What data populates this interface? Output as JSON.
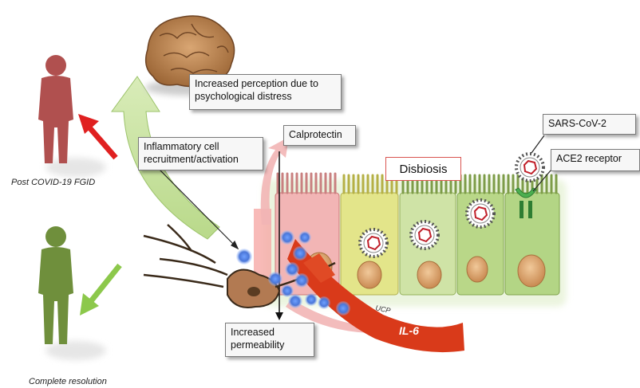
{
  "labels": {
    "perception": "Increased perception due to psychological distress",
    "inflammatory": "Inflammatory cell recruitment/activation",
    "calprotectin": "Calprotectin",
    "disbiosis": "Disbiosis",
    "sars": "SARS-CoV-2",
    "ace2": "ACE2 receptor",
    "permeability": "Increased permeability",
    "il6": "IL-6",
    "ucp": "UCP"
  },
  "captions": {
    "post": "Post COVID-19 FGID",
    "complete": "Complete resolution"
  },
  "colors": {
    "post_person": "#b0504f",
    "resolution_person": "#6f8f3c",
    "red_arrow": "#e02020",
    "green_arrow": "#8cc84b",
    "il6": "#d93a1a"
  }
}
